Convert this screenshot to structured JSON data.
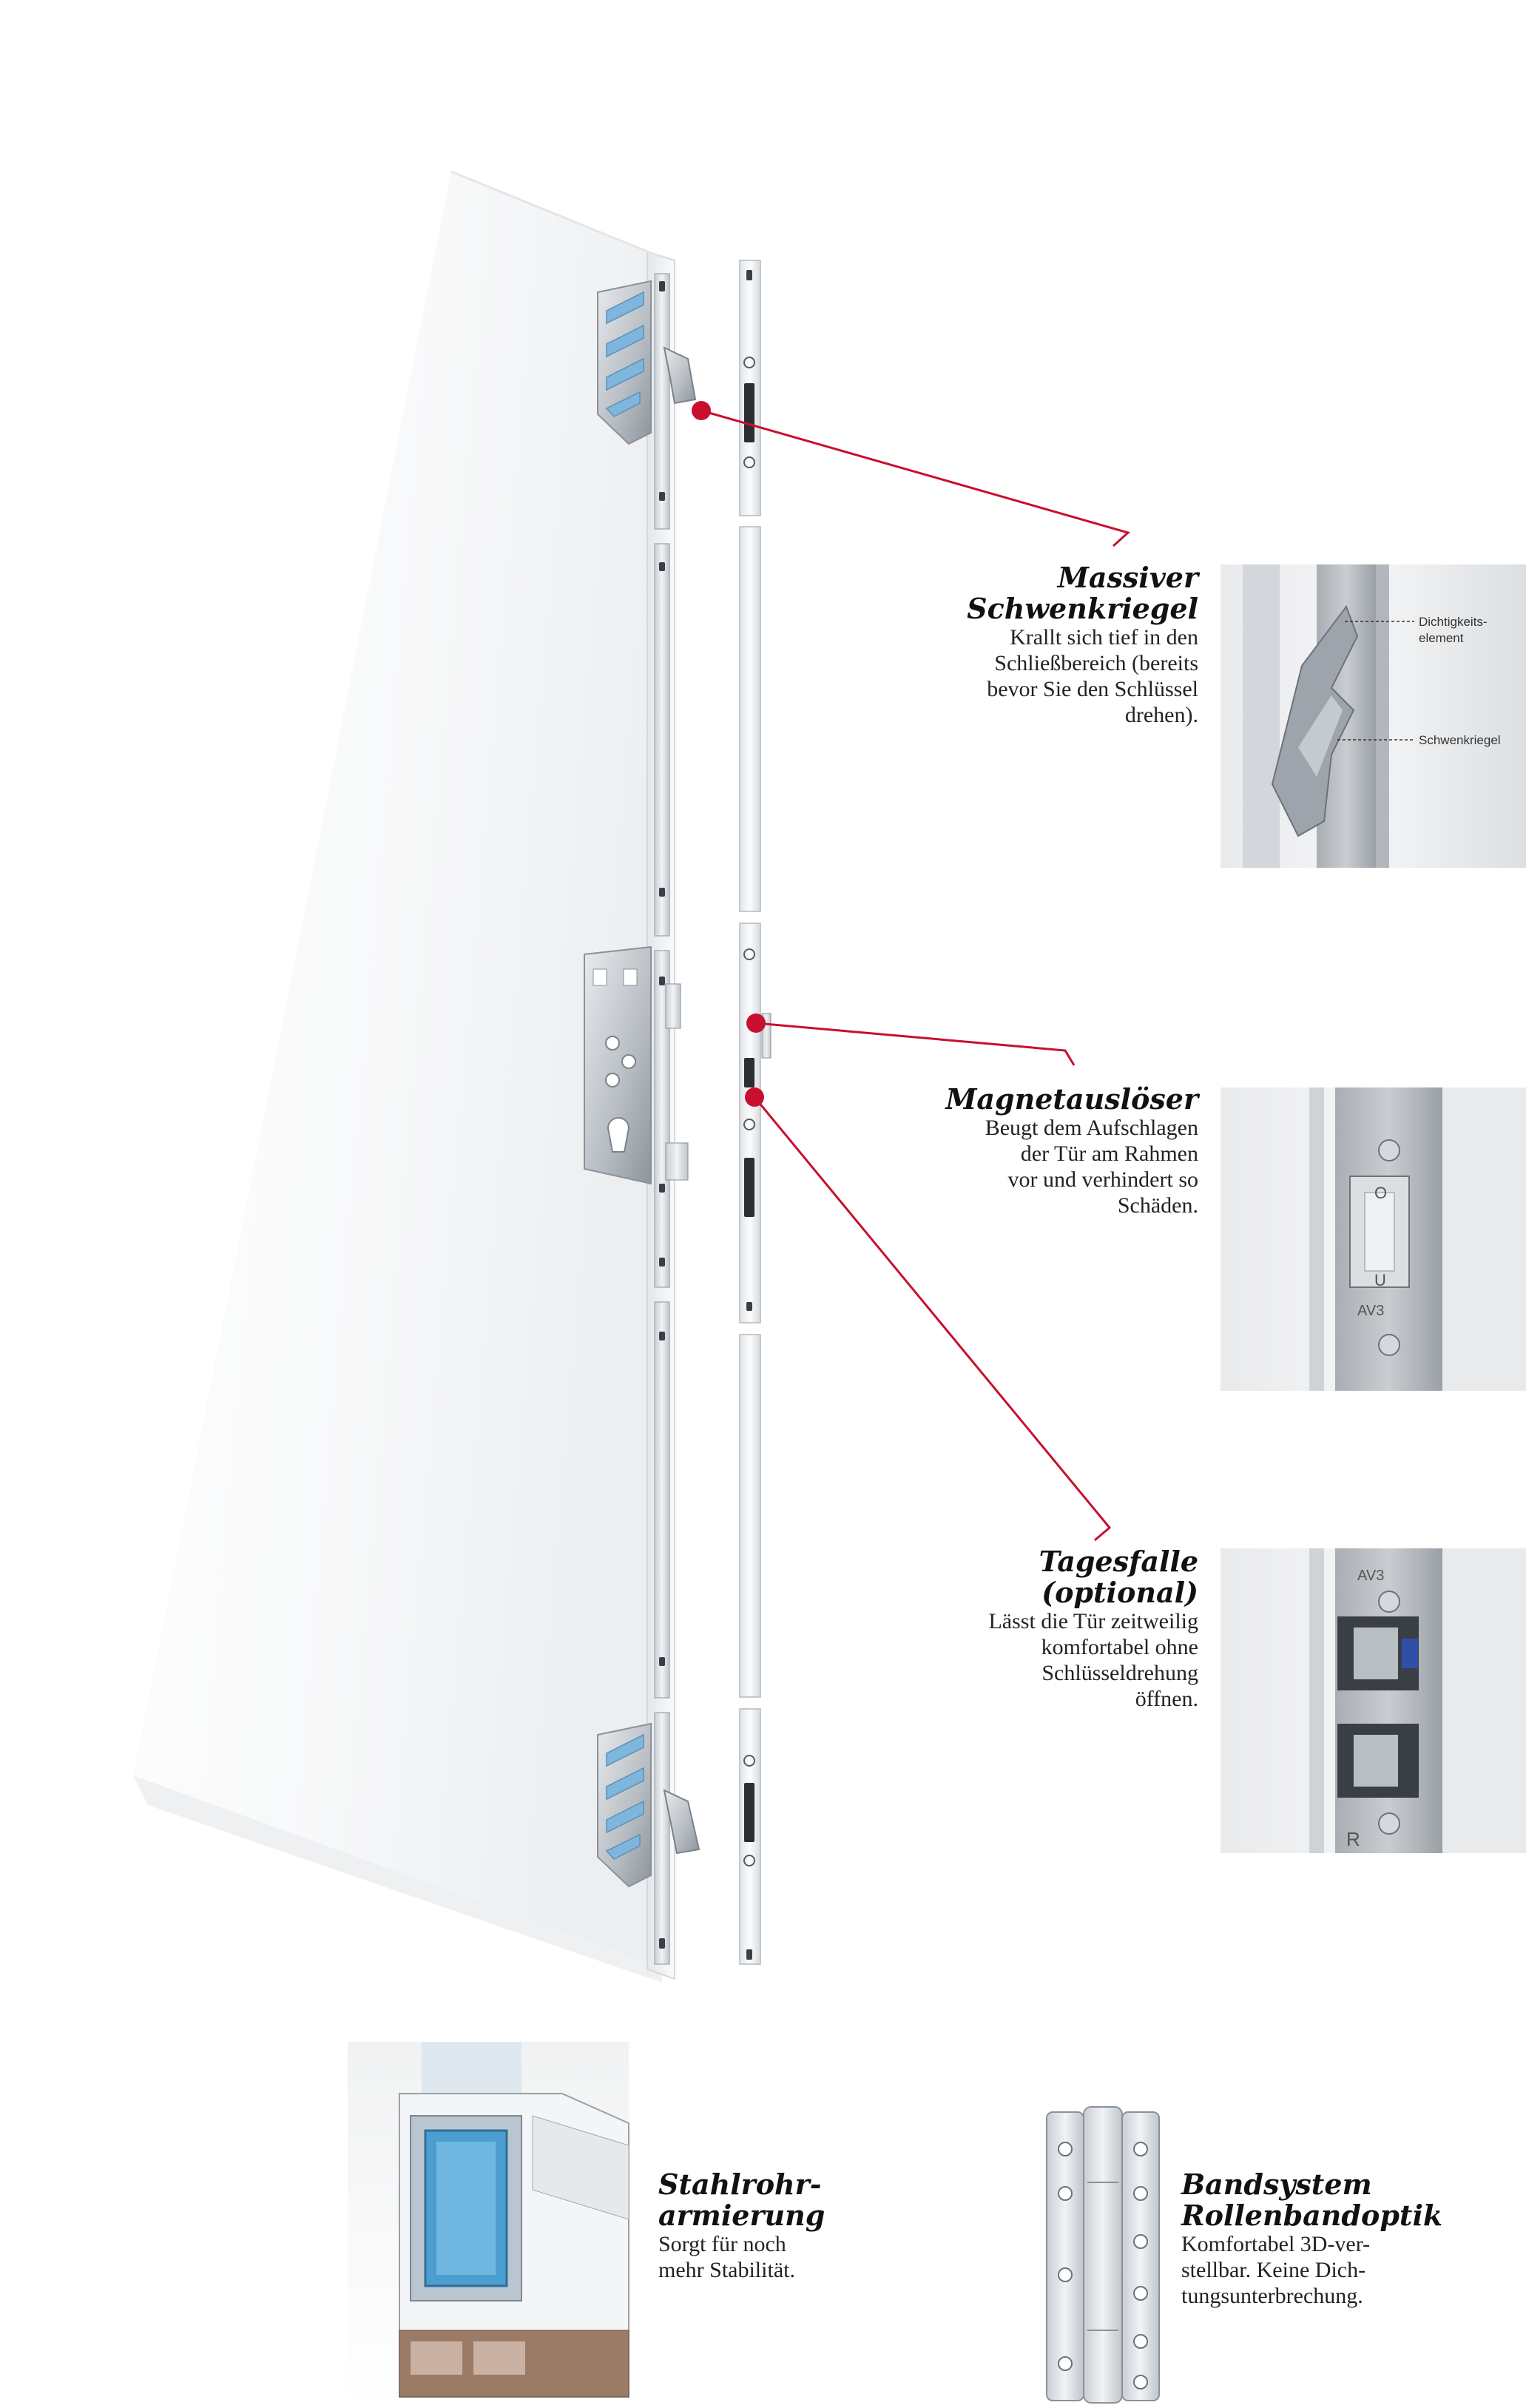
{
  "features": [
    {
      "title_lines": [
        "Massiver",
        "Schwenkriegel"
      ],
      "body_lines": [
        "Krallt sich tief in den",
        "Schließbereich (bereits",
        "bevor Sie den Schlüssel",
        "drehen)."
      ],
      "photo_labels": [
        "Dichtigkeits-",
        "element",
        "Schwenkriegel"
      ]
    },
    {
      "title_lines": [
        "Magnetauslöser"
      ],
      "body_lines": [
        "Beugt dem Aufschlagen",
        "der Tür am Rahmen",
        "vor und verhindert so",
        "Schäden."
      ],
      "photo_marks": [
        "O",
        "U",
        "AV3"
      ]
    },
    {
      "title_lines": [
        "Tagesfalle",
        "(optional)"
      ],
      "body_lines": [
        "Lässt die Tür zeitweilig",
        "komfortabel ohne",
        "Schlüsseldrehung",
        "öffnen."
      ],
      "photo_marks": [
        "AV3",
        "R"
      ]
    }
  ],
  "bottom": [
    {
      "title_lines": [
        "Stahlrohr-",
        "armierung"
      ],
      "body_lines": [
        "Sorgt für noch",
        "mehr Stabilität."
      ]
    },
    {
      "title_lines": [
        "Bandsystem",
        "Rollenbandoptik"
      ],
      "body_lines": [
        "Komfortabel 3D-ver-",
        "stellbar. Keine Dich-",
        "tungsunterbrechung."
      ]
    }
  ],
  "colors": {
    "accent": "#c8102e",
    "steel": "#d9dde2",
    "blue": "#7fb6de"
  }
}
